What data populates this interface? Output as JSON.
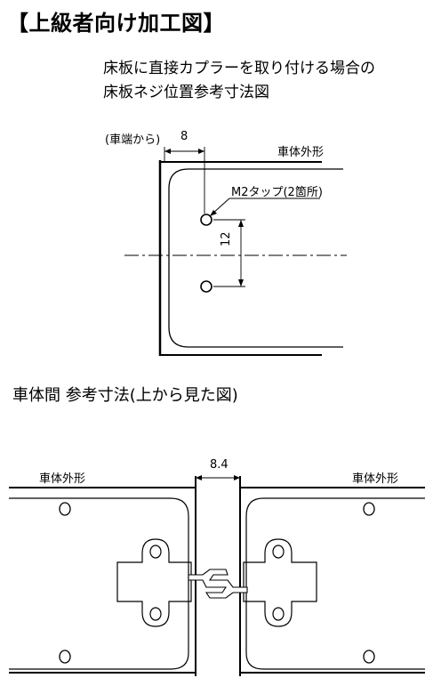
{
  "title": "【上級者向け加工図】",
  "subtitle_line1": "床板に直接カプラーを取り付ける場合の",
  "subtitle_line2": "床板ネジ位置参考寸法図",
  "top_diagram": {
    "edge_note": "(車端から)",
    "dim_from_edge": "8",
    "body_outline_label": "車体外形",
    "tap_label": "M2タップ(2箇所)",
    "dim_between_holes": "12"
  },
  "section_title": "車体間 参考寸法(上から見た図)",
  "bottom_diagram": {
    "gap_dim": "8.4",
    "left_outline_label": "車体外形",
    "right_outline_label": "車体外形"
  }
}
